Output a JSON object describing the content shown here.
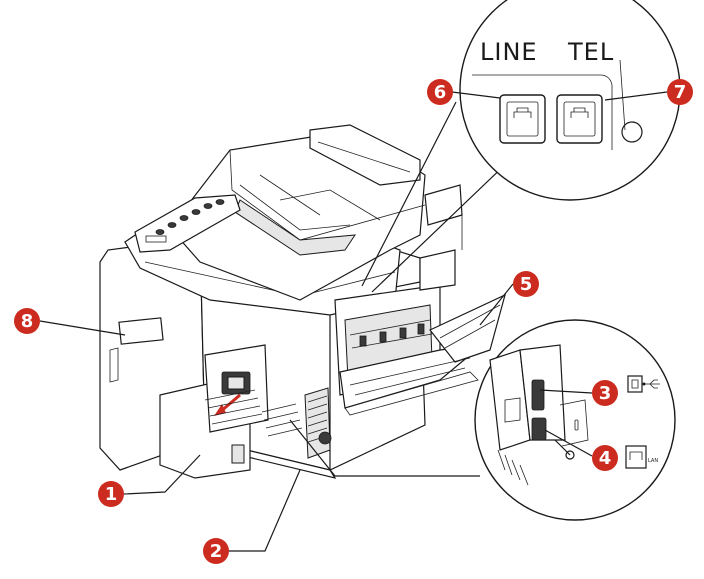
{
  "colors": {
    "badge": "#cc2b1f",
    "line": "#1a1a1a",
    "background": "#ffffff"
  },
  "port_labels": {
    "line": "LINE",
    "tel": "TEL",
    "lan": "LAN"
  },
  "callouts": [
    {
      "id": 1,
      "label": "1"
    },
    {
      "id": 2,
      "label": "2"
    },
    {
      "id": 3,
      "label": "3"
    },
    {
      "id": 4,
      "label": "4"
    },
    {
      "id": 5,
      "label": "5"
    },
    {
      "id": 6,
      "label": "6"
    },
    {
      "id": 7,
      "label": "7"
    },
    {
      "id": 8,
      "label": "8"
    }
  ],
  "icons": {
    "usb": "usb-icon",
    "lan": "lan-port-icon"
  }
}
